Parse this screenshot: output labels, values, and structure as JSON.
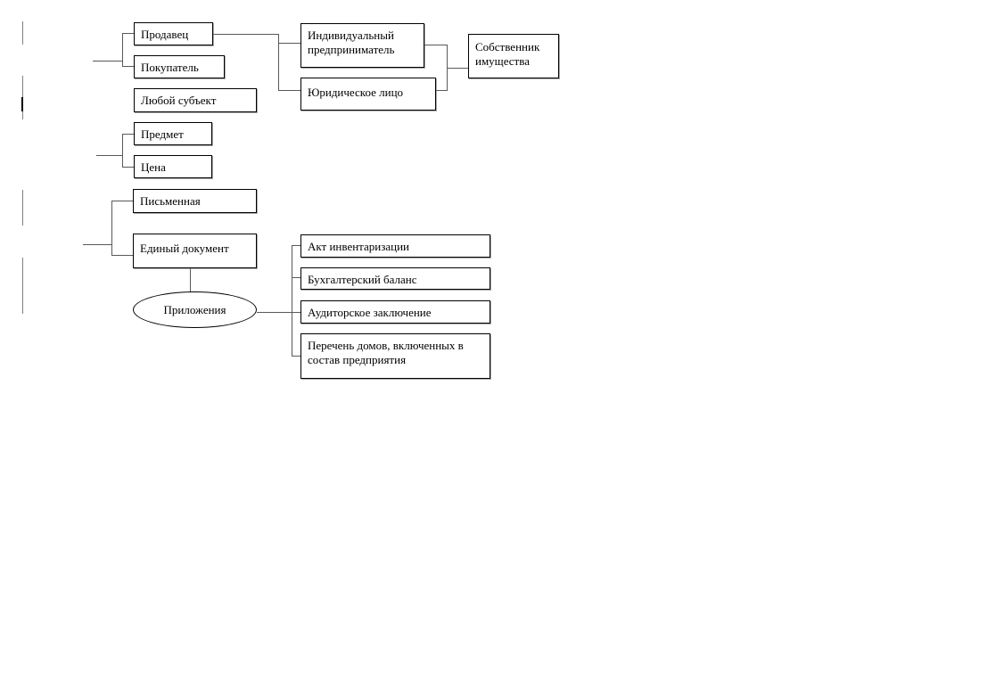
{
  "diagram": {
    "parties": {
      "seller": "Продавец",
      "buyer": "Покупатель",
      "any_subject": "Любой субъект"
    },
    "contract_terms": {
      "subject": "Предмет",
      "price": "Цена"
    },
    "contract_form": {
      "written": "Письменная",
      "single_document": "Единый документ"
    },
    "seller_types": {
      "individual_entrepreneur": "Индивидуальный предприниматель",
      "legal_entity": "Юридическое лицо",
      "property_owner": "Собственник имущества"
    },
    "attachments": {
      "label": "Приложения",
      "items": [
        "Акт инвентаризации",
        "Бухгалтерский баланс",
        "Аудиторское заключение",
        "Перечень домов, включенных в состав предприятия"
      ]
    },
    "colors": {
      "background": "#ffffff",
      "box_border": "#000000",
      "connector": "#595959",
      "margin_bar": "#808080",
      "text": "#000000"
    }
  }
}
